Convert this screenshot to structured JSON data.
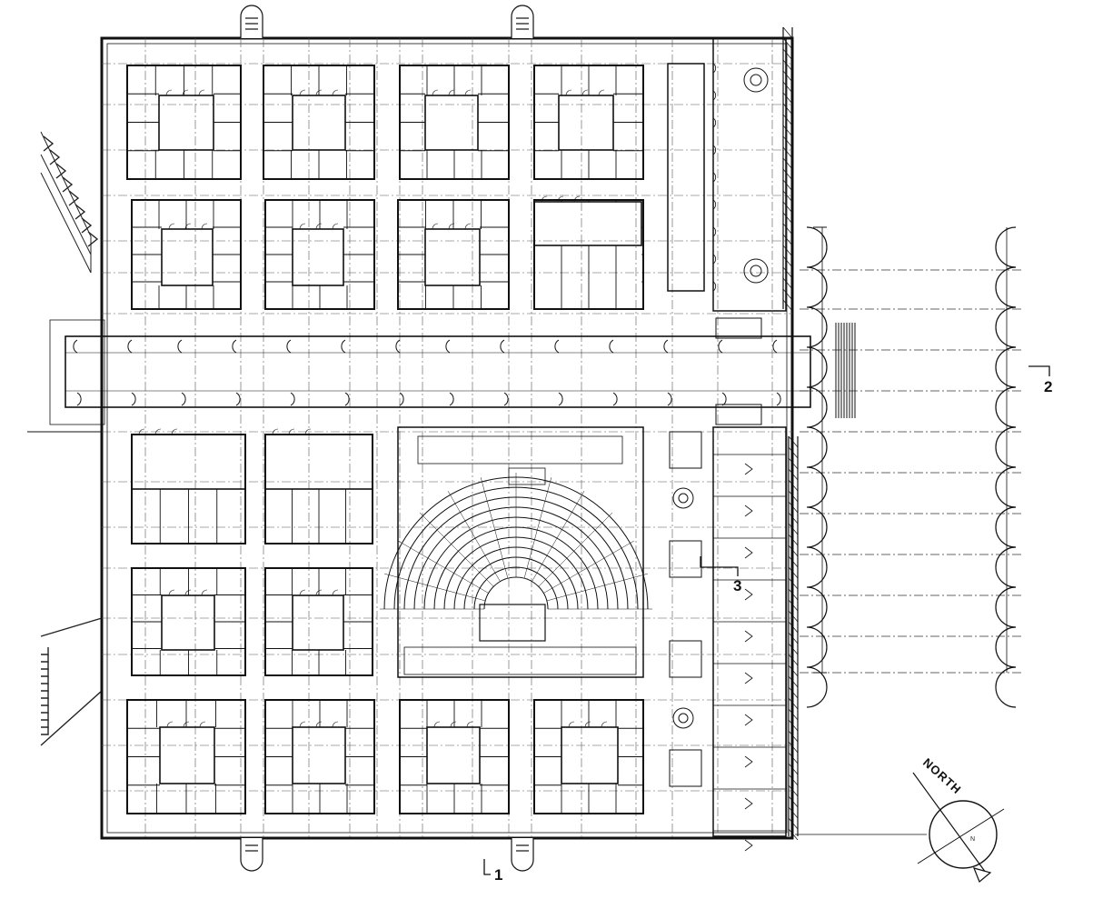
{
  "drawing": {
    "section_marks": [
      {
        "id": "1",
        "label": "1"
      },
      {
        "id": "2",
        "label": "2"
      },
      {
        "id": "3",
        "label": "3"
      }
    ],
    "north_arrow": {
      "label": "NORTH",
      "angle_label": "N"
    }
  }
}
